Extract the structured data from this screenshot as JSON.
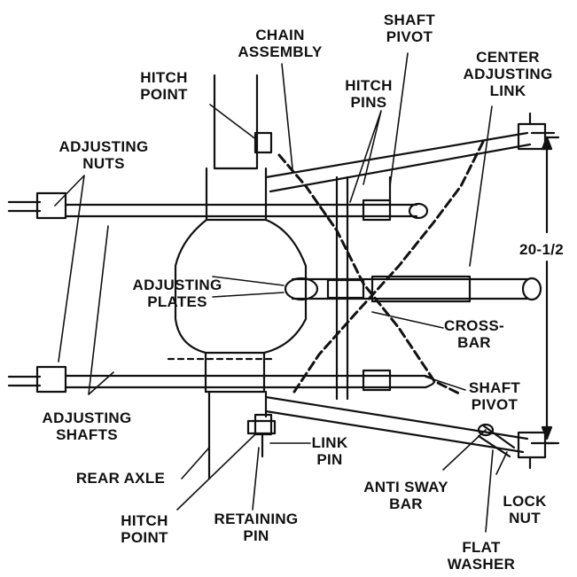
{
  "labels": {
    "chain_assembly": [
      "CHAIN",
      "ASSEMBLY"
    ],
    "shaft_pivot_top": [
      "SHAFT",
      "PIVOT"
    ],
    "center_adjusting_link": [
      "CENTER",
      "ADJUSTING",
      "LINK"
    ],
    "hitch_point_top": [
      "HITCH",
      "POINT"
    ],
    "hitch_pins": [
      "HITCH",
      "PINS"
    ],
    "adjusting_nuts": [
      "ADJUSTING",
      "NUTS"
    ],
    "dimension": "20-1/2",
    "adjusting_plates": [
      "ADJUSTING",
      "PLATES"
    ],
    "cross_bar": [
      "CROSS-",
      "BAR"
    ],
    "shaft_pivot_bottom": [
      "SHAFT",
      "PIVOT"
    ],
    "adjusting_shafts": [
      "ADJUSTING",
      "SHAFTS"
    ],
    "rear_axle": "REAR AXLE",
    "link_pin": [
      "LINK",
      "PIN"
    ],
    "anti_sway_bar": [
      "ANTI SWAY",
      "BAR"
    ],
    "lock_nut": [
      "LOCK",
      "NUT"
    ],
    "hitch_point_bottom": [
      "HITCH",
      "POINT"
    ],
    "retaining_pin": [
      "RETAINING",
      "PIN"
    ],
    "flat_washer": [
      "FLAT",
      "WASHER"
    ]
  },
  "colors": {
    "ink": "#111111",
    "paper": "#ffffff"
  }
}
